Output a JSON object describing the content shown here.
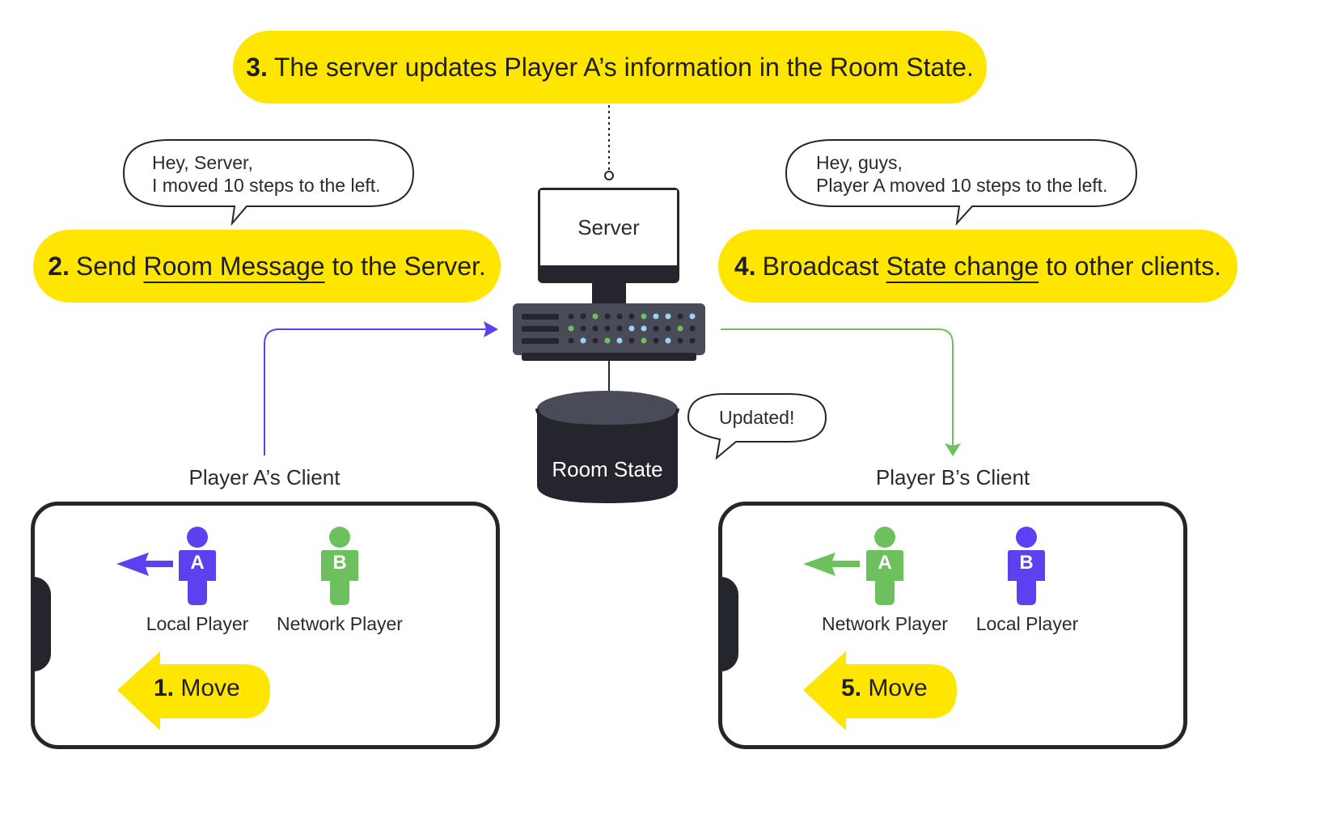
{
  "steps": {
    "step3": {
      "num": "3.",
      "text": "The server updates Player A’s information in the Room State."
    },
    "step2": {
      "num": "2.",
      "pre": "Send ",
      "link": "Room Message",
      "post": " to the Server."
    },
    "step4": {
      "num": "4.",
      "pre": "Broadcast ",
      "link": "State change",
      "post": " to other clients."
    },
    "step1": {
      "num": "1.",
      "text": "Move"
    },
    "step5": {
      "num": "5.",
      "text": "Move"
    }
  },
  "bubbles": {
    "client_to_server": {
      "line1": "Hey, Server,",
      "line2": "I moved 10 steps to the left."
    },
    "server_to_clients": {
      "line1": "Hey, guys,",
      "line2": "Player A moved 10 steps to the left."
    },
    "updated": "Updated!"
  },
  "server": {
    "label": "Server"
  },
  "room_state": {
    "label": "Room State"
  },
  "clients": {
    "a": {
      "title": "Player A’s Client",
      "player_a": {
        "badge": "A",
        "label": "Local Player",
        "color": "#5c41f0"
      },
      "player_b": {
        "badge": "B",
        "label": "Network Player",
        "color": "#6cc05e"
      }
    },
    "b": {
      "title": "Player B’s Client",
      "player_a": {
        "badge": "A",
        "label": "Network Player",
        "color": "#6cc05e"
      },
      "player_b": {
        "badge": "B",
        "label": "Local Player",
        "color": "#5c41f0"
      }
    }
  },
  "colors": {
    "yellow": "#ffe600",
    "purple": "#5c41f0",
    "green": "#6cc05e",
    "dark": "#25252e"
  }
}
